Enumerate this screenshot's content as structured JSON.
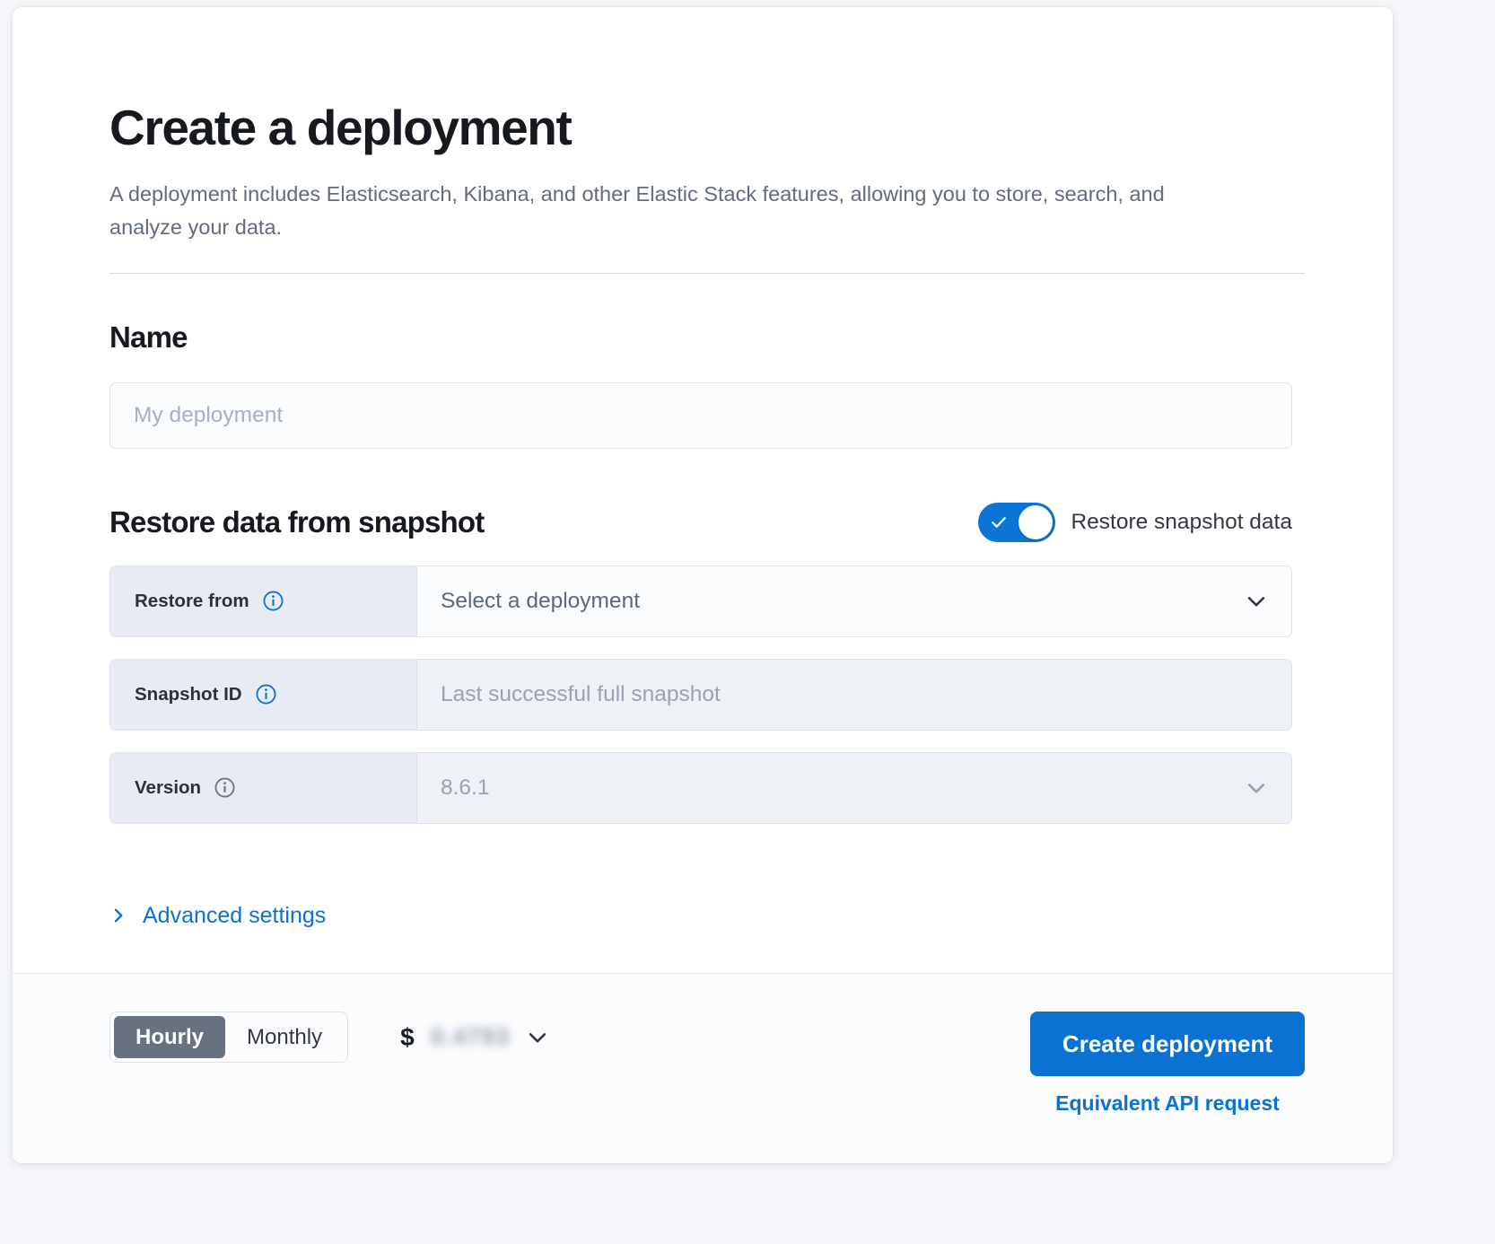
{
  "page": {
    "title": "Create a deployment",
    "subtitle": "A deployment includes Elasticsearch, Kibana, and other Elastic Stack features, allowing you to store, search, and analyze your data."
  },
  "name_section": {
    "heading": "Name",
    "input_placeholder": "My deployment",
    "input_value": ""
  },
  "restore_section": {
    "heading": "Restore data from snapshot",
    "toggle_label": "Restore snapshot data",
    "toggle_on": true,
    "rows": [
      {
        "label": "Restore from",
        "value": "Select a deployment",
        "control": "dropdown",
        "disabled": false,
        "info": "info-icon"
      },
      {
        "label": "Snapshot ID",
        "value": "Last successful full snapshot",
        "control": "text",
        "disabled": true,
        "info": "info-icon"
      },
      {
        "label": "Version",
        "value": "8.6.1",
        "control": "dropdown",
        "disabled": true,
        "info": "info-icon"
      }
    ]
  },
  "advanced": {
    "label": "Advanced settings",
    "icon": "chevron-right-icon"
  },
  "footer": {
    "billing_options": [
      "Hourly",
      "Monthly"
    ],
    "billing_selected": "Hourly",
    "currency_symbol": "$",
    "price_amount": "0.4793",
    "price_obscured": true,
    "create_button": "Create deployment",
    "api_link": "Equivalent API request"
  },
  "colors": {
    "accent_blue": "#0b72d4",
    "toggle_on": "#0b74d4",
    "segment_active": "#677180",
    "text_primary": "#16191d",
    "text_muted": "#626c7c"
  }
}
